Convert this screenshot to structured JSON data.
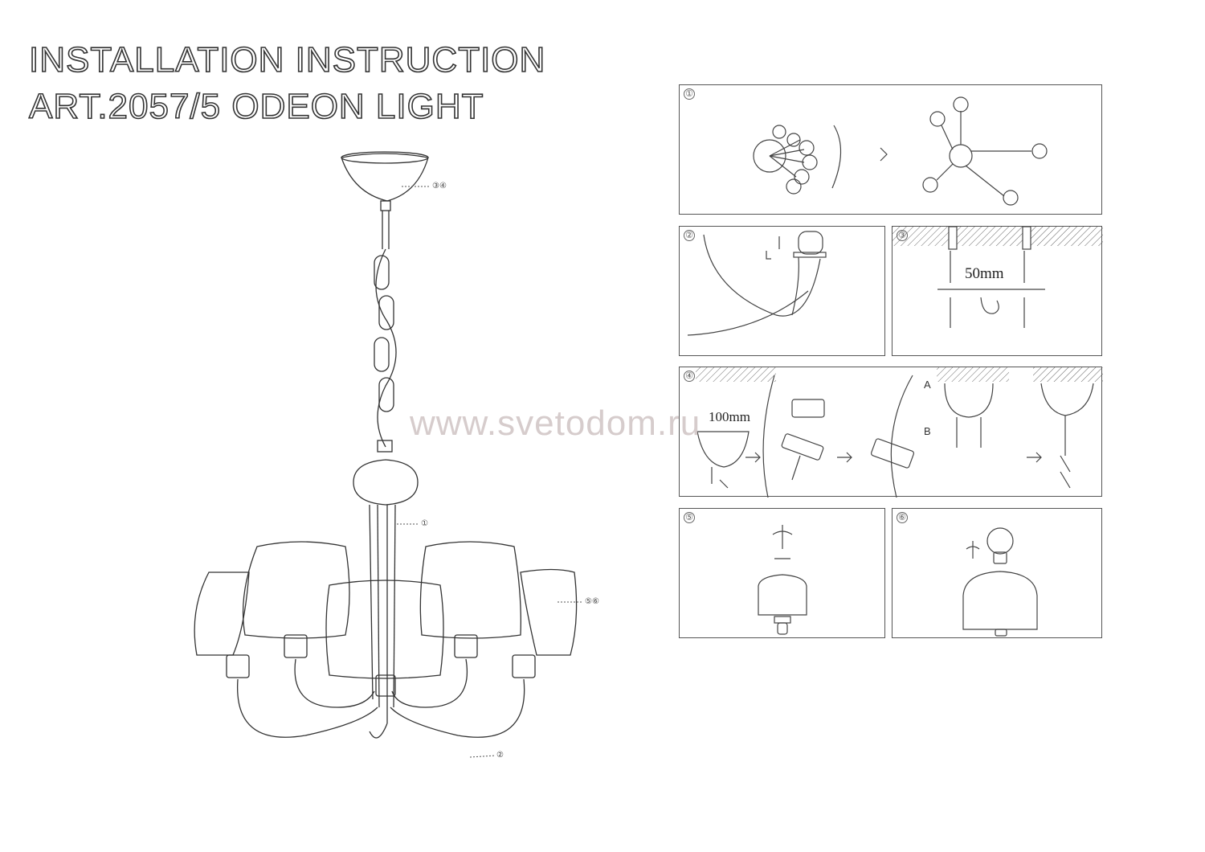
{
  "header": {
    "line1": "INSTALLATION INSTRUCTION",
    "line2": "ART.2057/5  ODEON LIGHT"
  },
  "watermark": "www.svetodom.ru",
  "callouts": {
    "canopy": "③④",
    "body": "①",
    "shades": "⑤⑥",
    "arms": "②"
  },
  "steps": [
    {
      "num": "①"
    },
    {
      "num": "②"
    },
    {
      "num": "③",
      "dimension": "50mm"
    },
    {
      "num": "④",
      "dimension": "100mm",
      "label_a": "A",
      "label_b": "B"
    },
    {
      "num": "⑤"
    },
    {
      "num": "⑥"
    }
  ]
}
